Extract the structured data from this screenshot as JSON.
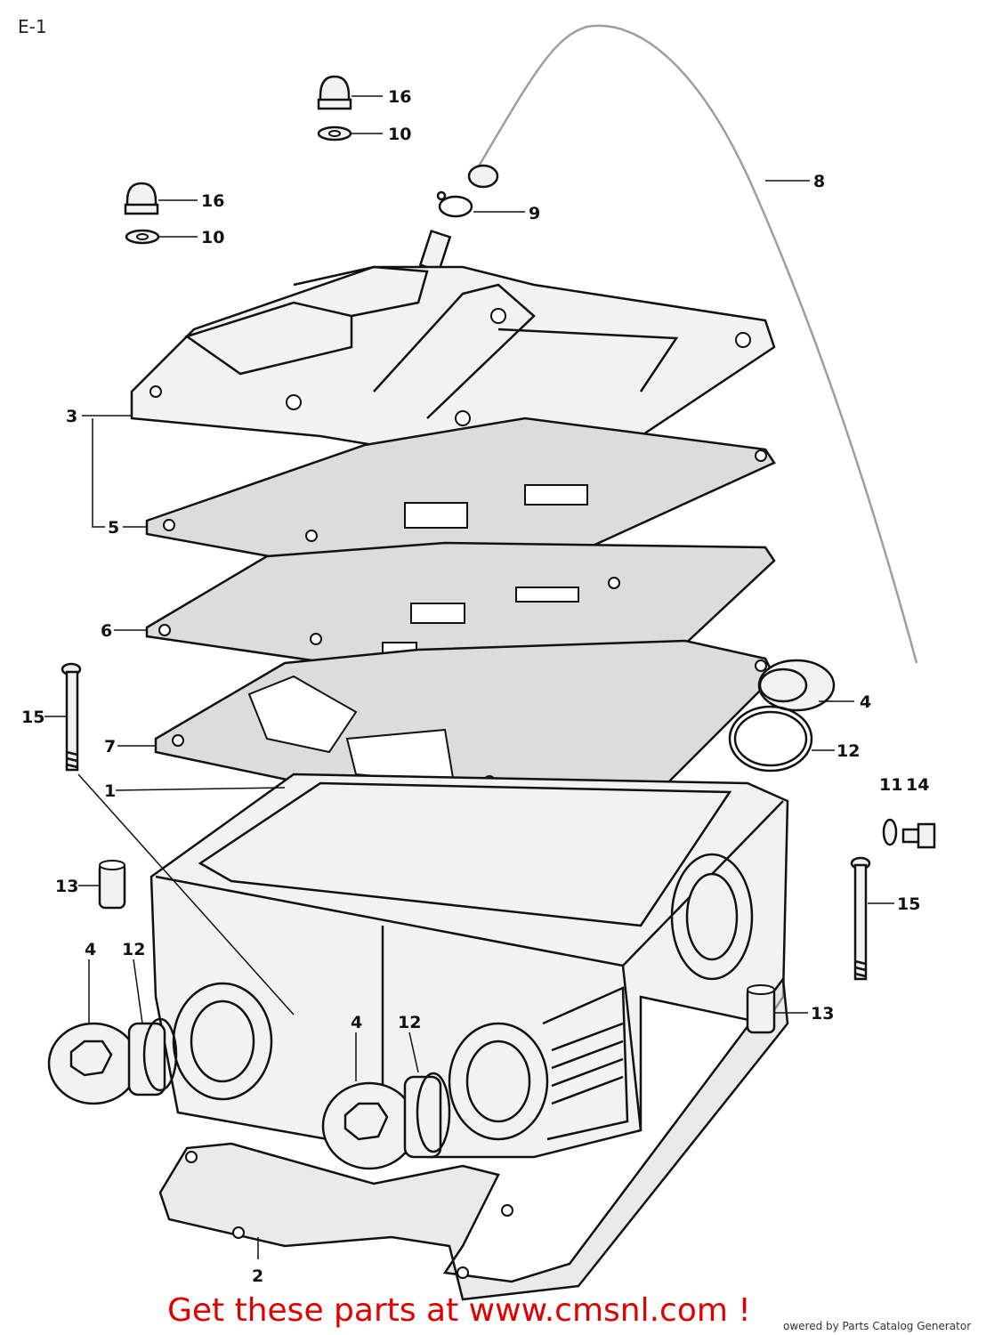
{
  "page": {
    "section_label": "E-1",
    "cta_text": "Get these parts at www.cmsnl.com !",
    "powered_by": "owered by Parts Catalog Generator"
  },
  "callouts": {
    "c16a": "16",
    "c10a": "10",
    "c16b": "16",
    "c10b": "10",
    "c9": "9",
    "c8": "8",
    "c3": "3",
    "c5": "5",
    "c6": "6",
    "c15a": "15",
    "c7": "7",
    "c4a": "4",
    "c12a": "12",
    "c1": "1",
    "c11": "11",
    "c14": "14",
    "c13a": "13",
    "c15b": "15",
    "c4b": "4",
    "c12b": "12",
    "c13b": "13",
    "c4c": "4",
    "c12c": "12",
    "c2": "2"
  },
  "colors": {
    "cta": "#e00000",
    "line": "#111111"
  }
}
